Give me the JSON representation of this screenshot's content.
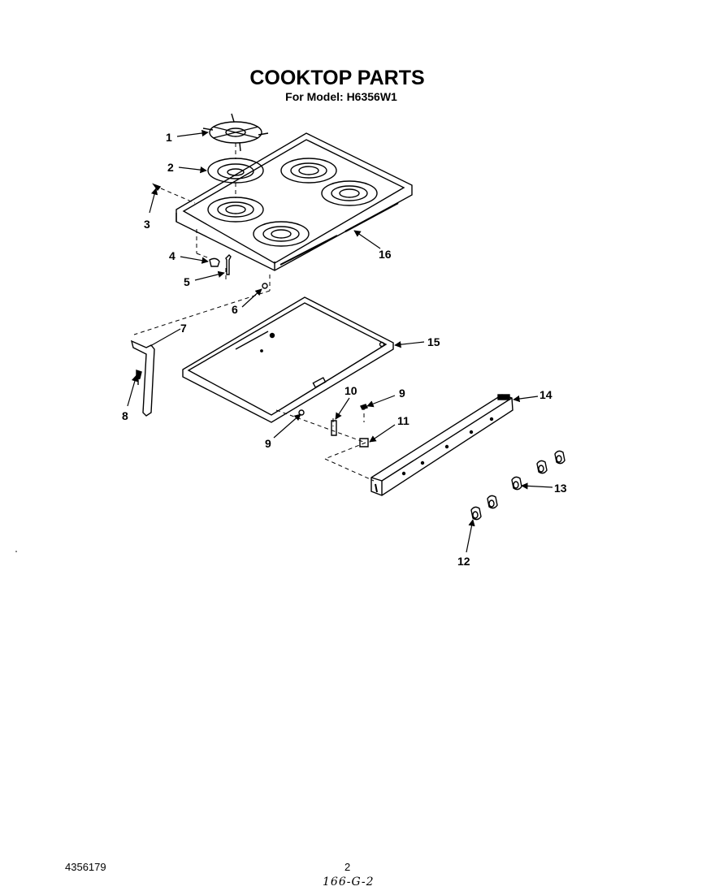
{
  "header": {
    "title": "COOKTOP PARTS",
    "subtitle": "For Model: H6356W1"
  },
  "callouts": {
    "c1": "1",
    "c2": "2",
    "c3": "3",
    "c4": "4",
    "c5": "5",
    "c6": "6",
    "c7": "7",
    "c8": "8",
    "c9a": "9",
    "c9b": "9",
    "c10": "10",
    "c11": "11",
    "c12": "12",
    "c13": "13",
    "c14": "14",
    "c15": "15",
    "c16": "16"
  },
  "footer": {
    "part_number": "4356179",
    "page_number": "2",
    "handwritten_note": "166-G-2"
  }
}
